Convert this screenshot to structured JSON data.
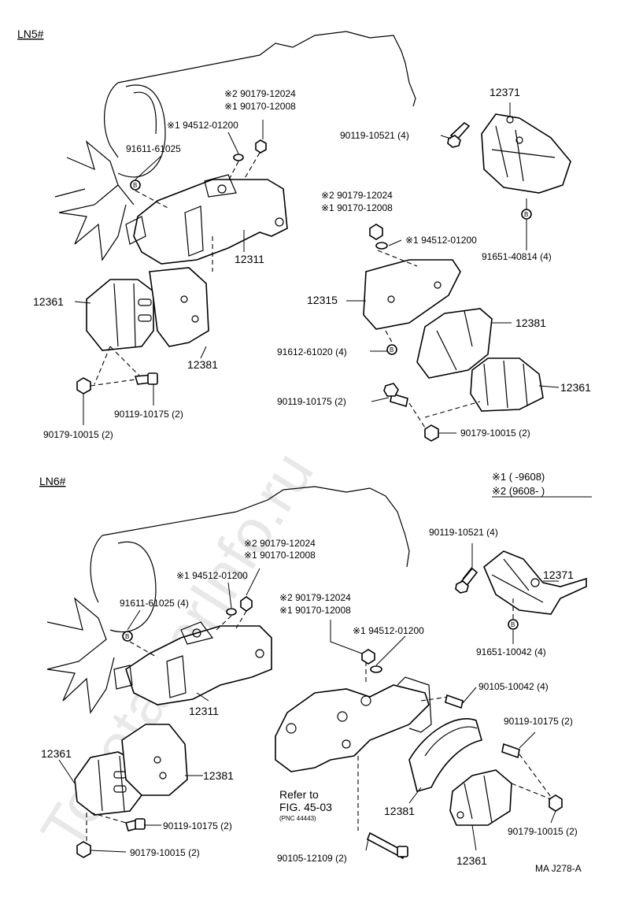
{
  "watermark": "ToyotaCarInfo.ru",
  "figure_code": "MA J278-A",
  "legend": {
    "line1": "※1 (      -9608)",
    "line2": "※2 (9608-       )"
  },
  "ln5": {
    "title": "LN5#",
    "labels": {
      "b1": "※2 90179-12024",
      "b2": "※1 90170-12008",
      "w1": "※1 94512-01200",
      "p1": "91611-61025",
      "c12311": "12311",
      "c12361": "12361",
      "c12381": "12381",
      "n1": "90179-10015 (2)",
      "s1": "90119-10175 (2)",
      "s2": "90119-10521 (4)",
      "c12371": "12371",
      "p2": "91651-40814 (4)",
      "b3": "※2 90179-12024",
      "b4": "※1 90170-12008",
      "w2": "※1 94512-01200",
      "c12315": "12315",
      "c12381b": "12381",
      "p3": "91612-61020 (4)",
      "s3": "90119-10175 (2)",
      "c12361b": "12361",
      "n2": "90179-10015 (2)"
    }
  },
  "ln6": {
    "title": "LN6#",
    "labels": {
      "b1": "※2 90179-12024",
      "b2": "※1 90170-12008",
      "w1": "※1 94512-01200",
      "p1": "91611-61025 (4)",
      "b3": "※2 90179-12024",
      "b4": "※1 90170-12008",
      "w2": "※1 94512-01200",
      "c12311": "12311",
      "c12361": "12361",
      "c12381": "12381",
      "s1": "90119-10175 (2)",
      "n1": "90179-10015 (2)",
      "s2": "90119-10521 (4)",
      "c12371": "12371",
      "p2": "91651-10042 (4)",
      "s3": "90105-10042 (4)",
      "s4": "90119-10175 (2)",
      "c12381b": "12381",
      "n2": "90179-10015 (2)",
      "c12361b": "12361",
      "s5": "90105-12109 (2)",
      "ref1": "Refer to",
      "ref2": "FIG. 45-03",
      "ref3": "(PNC 44443)"
    }
  }
}
